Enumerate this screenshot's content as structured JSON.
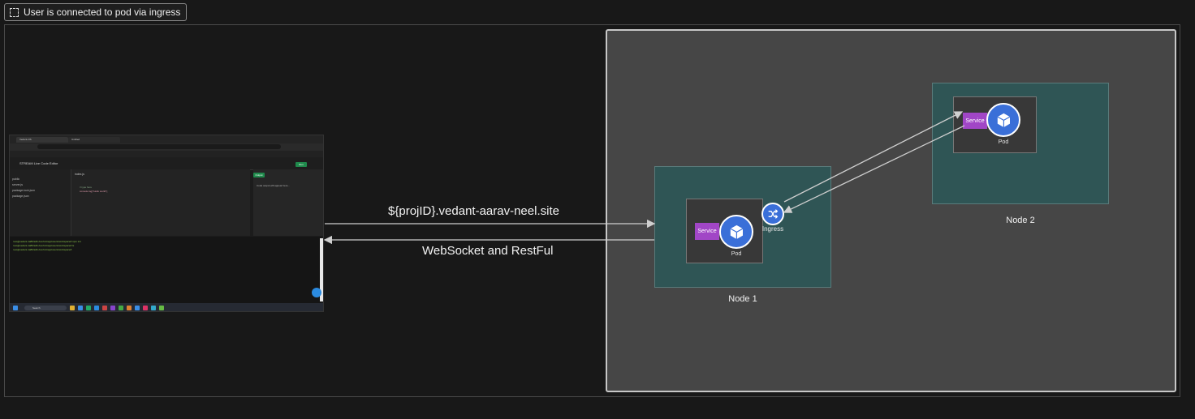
{
  "frame": {
    "title": "User is connected to pod via ingress"
  },
  "connections": {
    "forward_label": "${projID}.vedant-aarav-neel.site",
    "backward_label": "WebSocket and RestFul"
  },
  "node1": {
    "label": "Node 1",
    "service_label": "Service",
    "pod_label": "Pod",
    "ingress_label": "Ingress"
  },
  "node2": {
    "label": "Node 2",
    "service_label": "Service",
    "pod_label": "Pod"
  },
  "colors": {
    "node": "#2f5555",
    "service": "#a146c6",
    "k8s_blue": "#3a6fd8",
    "cluster": "#464646"
  },
  "icons": {
    "pod": "kubernetes-pod-icon",
    "ingress": "kubernetes-ingress-icon",
    "frame": "frame-icon"
  },
  "screenshot": {
    "tabs": [
      "Vedant-OS",
      "Untitled"
    ],
    "app_title": "STREAM Live Code Editor",
    "run_button": "Run",
    "files": [
      "public",
      "server.js",
      "package-lock.json",
      "package.json"
    ],
    "editor_tab": "index.js",
    "editor_lines": [
      "// type here",
      "console.log(\"Hello world\");"
    ],
    "output_tab": "Output",
    "output_text": "Code output will appear here...",
    "terminal_lines": [
      "root@vedant-1a8f2a4b:/usr/src/app/users/workspace# npm init",
      "root@vedant-1a8f2a4b:/usr/src/app/users/workspace# ls",
      "root@vedant-1a8f2a4b:/usr/src/app/users/workspace#"
    ],
    "search_placeholder": "Search"
  }
}
